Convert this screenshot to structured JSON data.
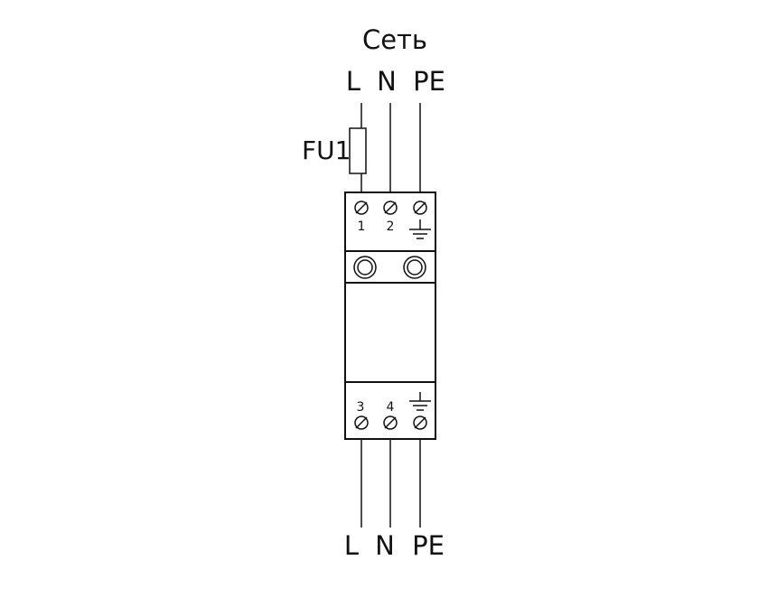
{
  "diagram": {
    "network_title": "Сеть",
    "top_labels": {
      "l": "L",
      "n": "N",
      "pe": "PE"
    },
    "bottom_labels": {
      "l": "L",
      "n": "N",
      "pe": "PE"
    },
    "fuse_label": "FU1",
    "terminal_top": {
      "t1": "1",
      "t2": "2"
    },
    "terminal_bottom": {
      "t3": "3",
      "t4": "4"
    },
    "ground_symbol": "ground-icon",
    "screw_symbol": "screw-terminal-icon",
    "button_symbol": "round-button-icon",
    "line_color": "#111111",
    "background_color": "#ffffff"
  }
}
